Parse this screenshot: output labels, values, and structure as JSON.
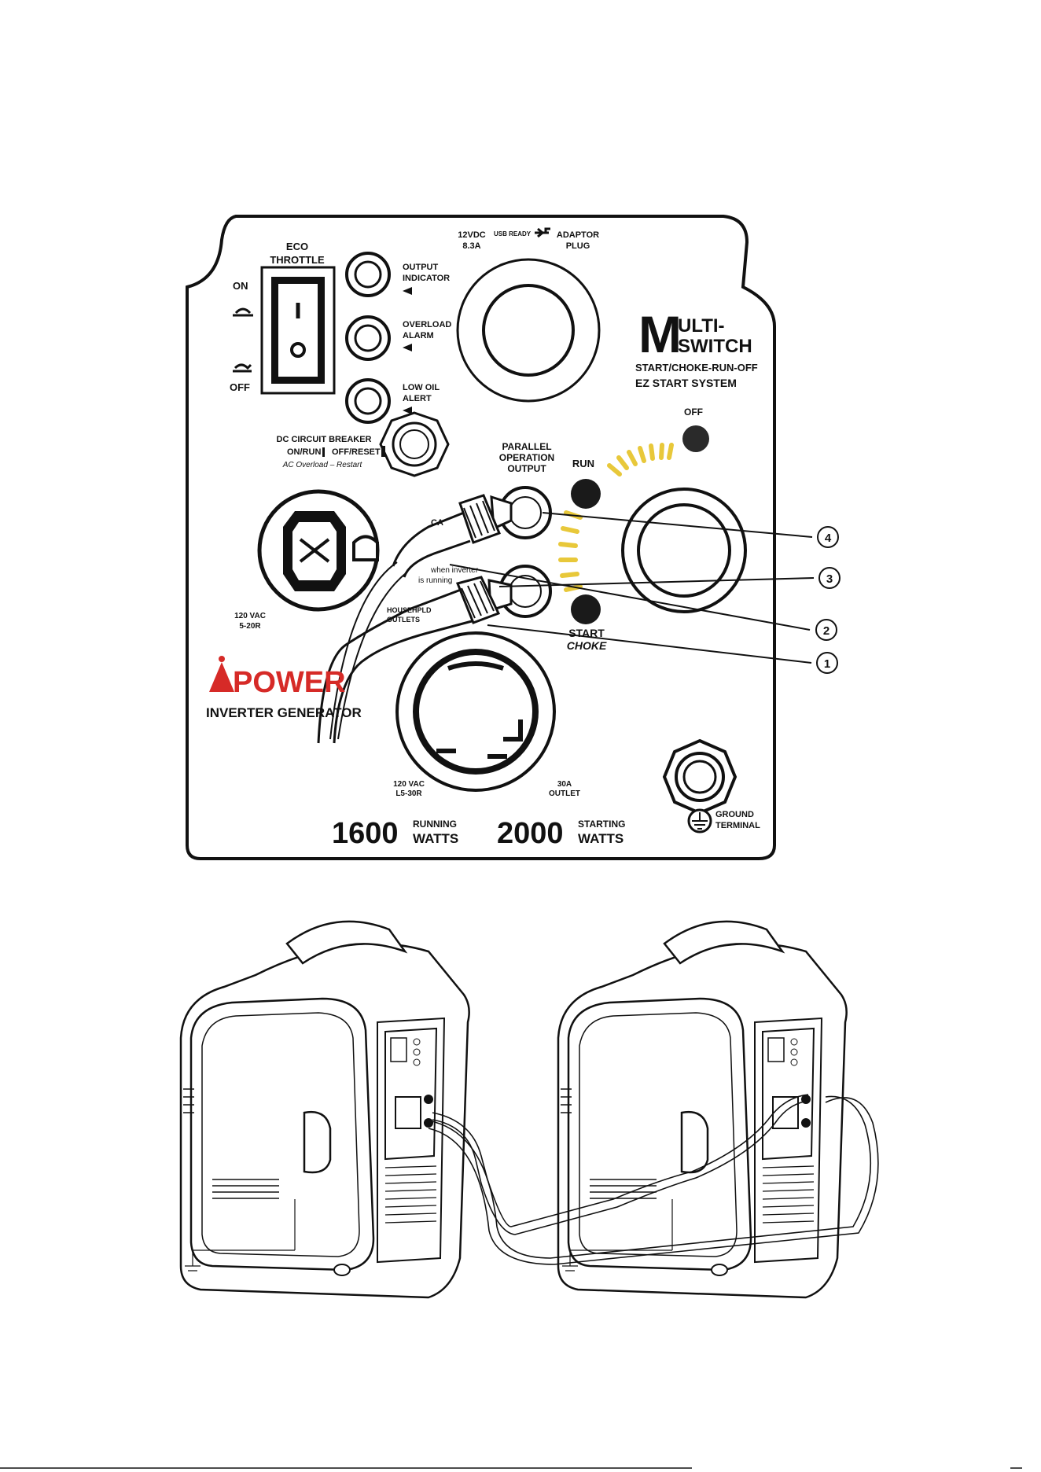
{
  "panel": {
    "eco_title_1": "ECO",
    "eco_title_2": "THROTTLE",
    "eco_on": "ON",
    "eco_off": "OFF",
    "output_indicator_1": "OUTPUT",
    "output_indicator_2": "INDICATOR",
    "overload_alarm_1": "OVERLOAD",
    "overload_alarm_2": "ALARM",
    "low_oil_1": "LOW OIL",
    "low_oil_2": "ALERT",
    "dc_12v_1": "12VDC",
    "dc_12v_2": "8.3A",
    "usb_ready": "USB READY",
    "adaptor_1": "ADAPTOR",
    "adaptor_2": "PLUG",
    "dc_breaker_1": "DC CIRCUIT BREAKER",
    "dc_breaker_on": "ON/RUN",
    "dc_breaker_off": "OFF/RESET",
    "dc_breaker_3": "AC Overload – Restart",
    "parallel_1": "PARALLEL",
    "parallel_2": "OPERATION",
    "parallel_3": "OUTPUT",
    "multi_big": "M",
    "multi_1": "ULTI-",
    "multi_2": "SWITCH",
    "multi_3": "START/CHOKE-RUN-OFF",
    "multi_4": "EZ START SYSTEM",
    "switch_off": "OFF",
    "switch_run": "RUN",
    "switch_start": "START",
    "switch_choke": "CHOKE",
    "caution_partial": "CA",
    "running_partial_1": "when inverter",
    "running_partial_2": "is running",
    "outlet_left_1": "120 VAC",
    "outlet_left_2": "5-20R",
    "household_1": "HOUSEHPLD",
    "household_2": "OUTLETS",
    "brand": "POWER",
    "brand_sub": "INVERTER GENERATOR",
    "l530_1": "120 VAC",
    "l530_2": "L5-30R",
    "outlet30_1": "30A",
    "outlet30_2": "OUTLET",
    "running_watts_num": "1600",
    "running_watts_1": "RUNNING",
    "running_watts_2": "WATTS",
    "starting_watts_num": "2000",
    "starting_watts_1": "STARTING",
    "starting_watts_2": "WATTS",
    "ground_1": "GROUND",
    "ground_2": "TERMINAL"
  },
  "callouts": [
    "4",
    "3",
    "2",
    "1"
  ],
  "colors": {
    "brand_red": "#d62a27",
    "arc_yellow": "#e8c83a",
    "ink": "#111111"
  }
}
